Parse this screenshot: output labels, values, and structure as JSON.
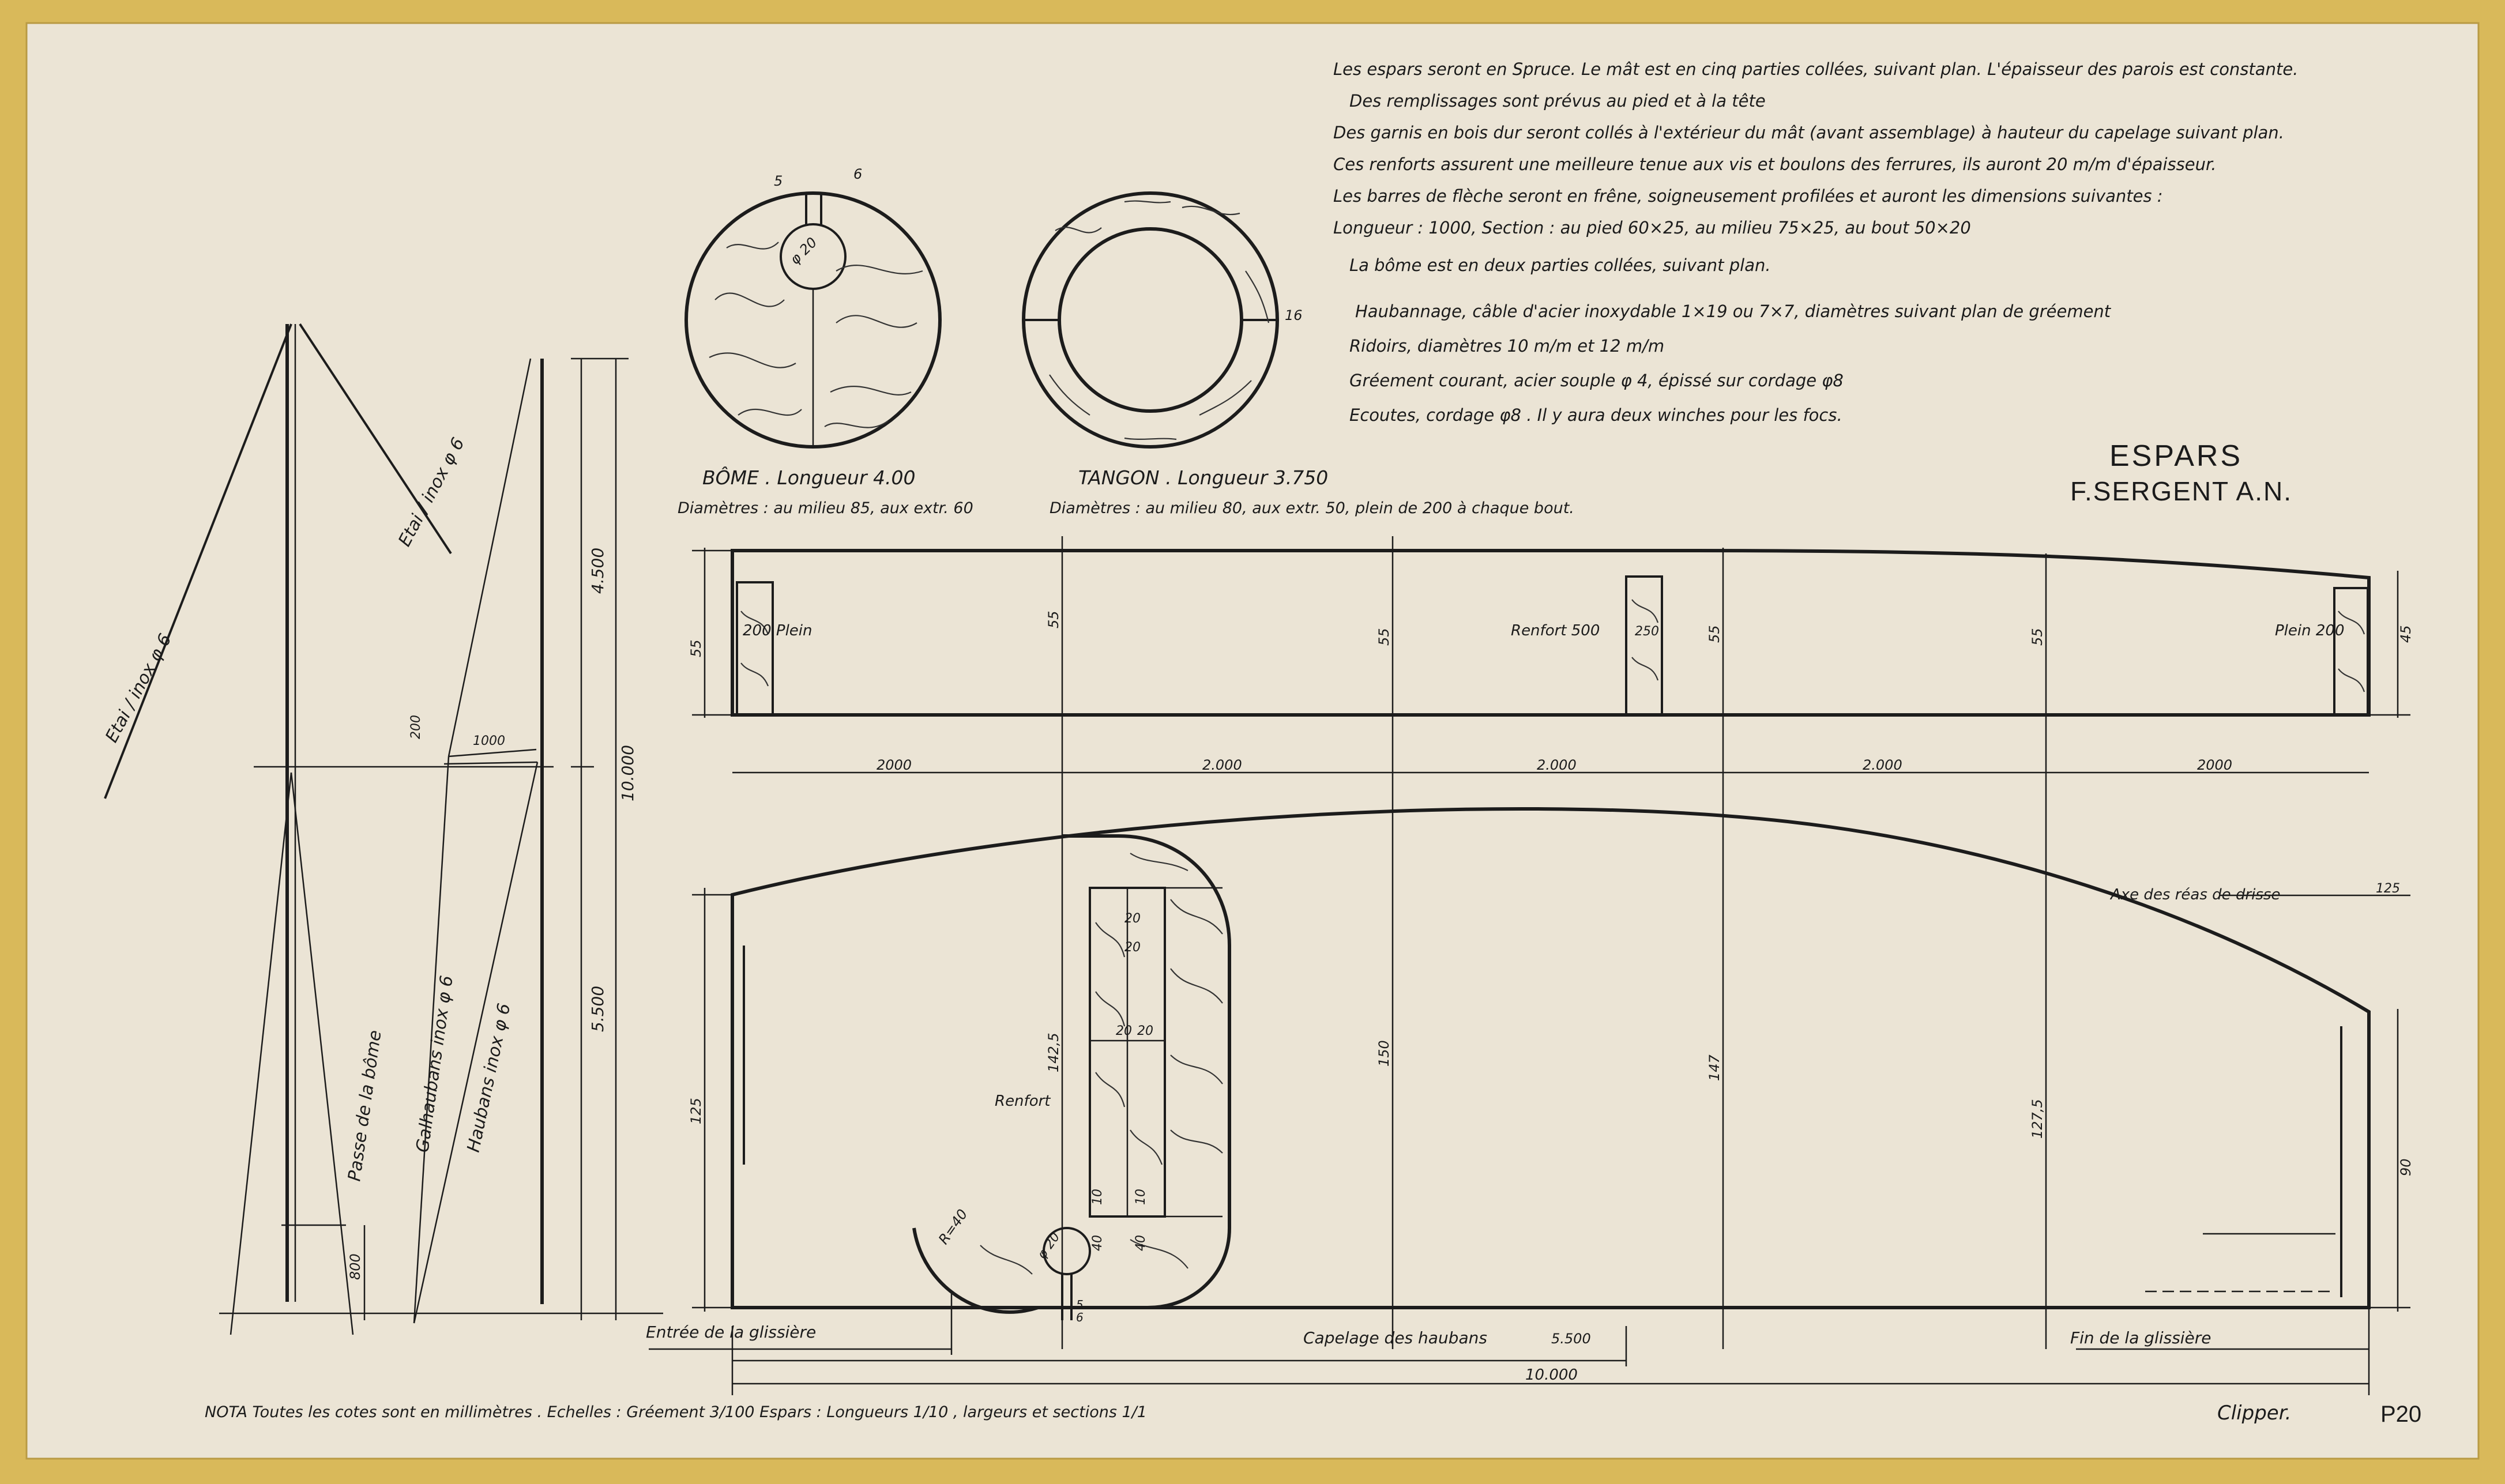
{
  "colors": {
    "border": "#d9b95a",
    "paper": "#ebe4d5",
    "ink": "#1b1b1b"
  },
  "notes": [
    "Les espars seront en Spruce. Le mât est en cinq parties collées, suivant plan. L'épaisseur des parois est constante.",
    "Des remplissages sont prévus au pied et à la tête",
    "Des garnis en bois dur seront collés à l'extérieur du mât (avant assemblage) à hauteur du capelage suivant plan.",
    "Ces renforts assurent une meilleure tenue aux vis et boulons des ferrures, ils auront 20 m/m d'épaisseur.",
    "Les barres de flèche seront en frêne, soigneusement profilées et auront les dimensions suivantes :",
    "Longueur : 1000, Section : au pied 60×25, au milieu 75×25, au bout 50×20",
    "La bôme est en deux parties collées, suivant plan.",
    "Haubannage, câble d'acier inoxydable 1×19 ou 7×7, diamètres suivant plan de gréement",
    "Ridoirs, diamètres 10 m/m et 12 m/m",
    "Gréement courant, acier souple φ 4, épissé sur cordage φ8",
    "Ecoutes, cordage φ8 . Il y aura deux winches pour les focs."
  ],
  "title_block": {
    "title": "ESPARS",
    "author": "F.SERGENT A.N."
  },
  "rigging_labels": {
    "forestay": "Etai / inox φ 6",
    "upper_stay": "Etai / inox φ 6",
    "lower_shrouds": "Galhaubans inox φ 6",
    "shrouds": "Haubans inox φ 6",
    "boom_height": "Passe de la bôme",
    "spreader": "1000",
    "dim_800": "800",
    "dim_200": "200",
    "dim_4500": "4.500",
    "dim_5500": "5.500",
    "dim_10000": "10.000"
  },
  "boom_section": {
    "title": "BÔME . Longueur 4.00",
    "diameters": "Diamètres : au milieu 85, aux extr. 60",
    "slot_label": "5",
    "gap_label": "6",
    "bore_label": "φ 20"
  },
  "pole_section": {
    "title": "TANGON . Longueur 3.750",
    "diameters": "Diamètres : au milieu 80, aux extr. 50, plein de 200 à chaque bout.",
    "wall_label": "16"
  },
  "mast_side": {
    "left_height": "55",
    "heights": [
      "55",
      "55",
      "55",
      "55"
    ],
    "right_height": "45",
    "plein_left": "200 Plein",
    "renfort": "Renfort 500",
    "renfort_2": "250",
    "plein_right": "Plein 200",
    "segments": [
      "2000",
      "2.000",
      "2.000",
      "2.000",
      "2000"
    ]
  },
  "mast_front": {
    "heights": [
      "125",
      "142,5",
      "150",
      "147",
      "127,5"
    ],
    "right_height": "90",
    "halyard_axis": "Axe des réas de drisse",
    "halyard_dim": "125",
    "renfort": "Renfort",
    "sec_labels": [
      "20",
      "20",
      "20",
      "20",
      "10",
      "10",
      "40",
      "40"
    ],
    "radius": "R=40",
    "slot_bore": "φ 20",
    "slot_w": "6",
    "slot_h": "5"
  },
  "bottom_dims": {
    "track_start": "Entrée de la glissière",
    "hounds": "Capelage des haubans",
    "hounds_dim": "5.500",
    "track_end": "Fin de la glissière",
    "total": "10.000"
  },
  "footer": {
    "nota": "NOTA Toutes les cotes sont en millimètres . Echelles : Gréement 3/100 Espars : Longueurs 1/10 , largeurs et sections 1/1",
    "signature": "Clipper.",
    "sheet_number": "P20"
  }
}
